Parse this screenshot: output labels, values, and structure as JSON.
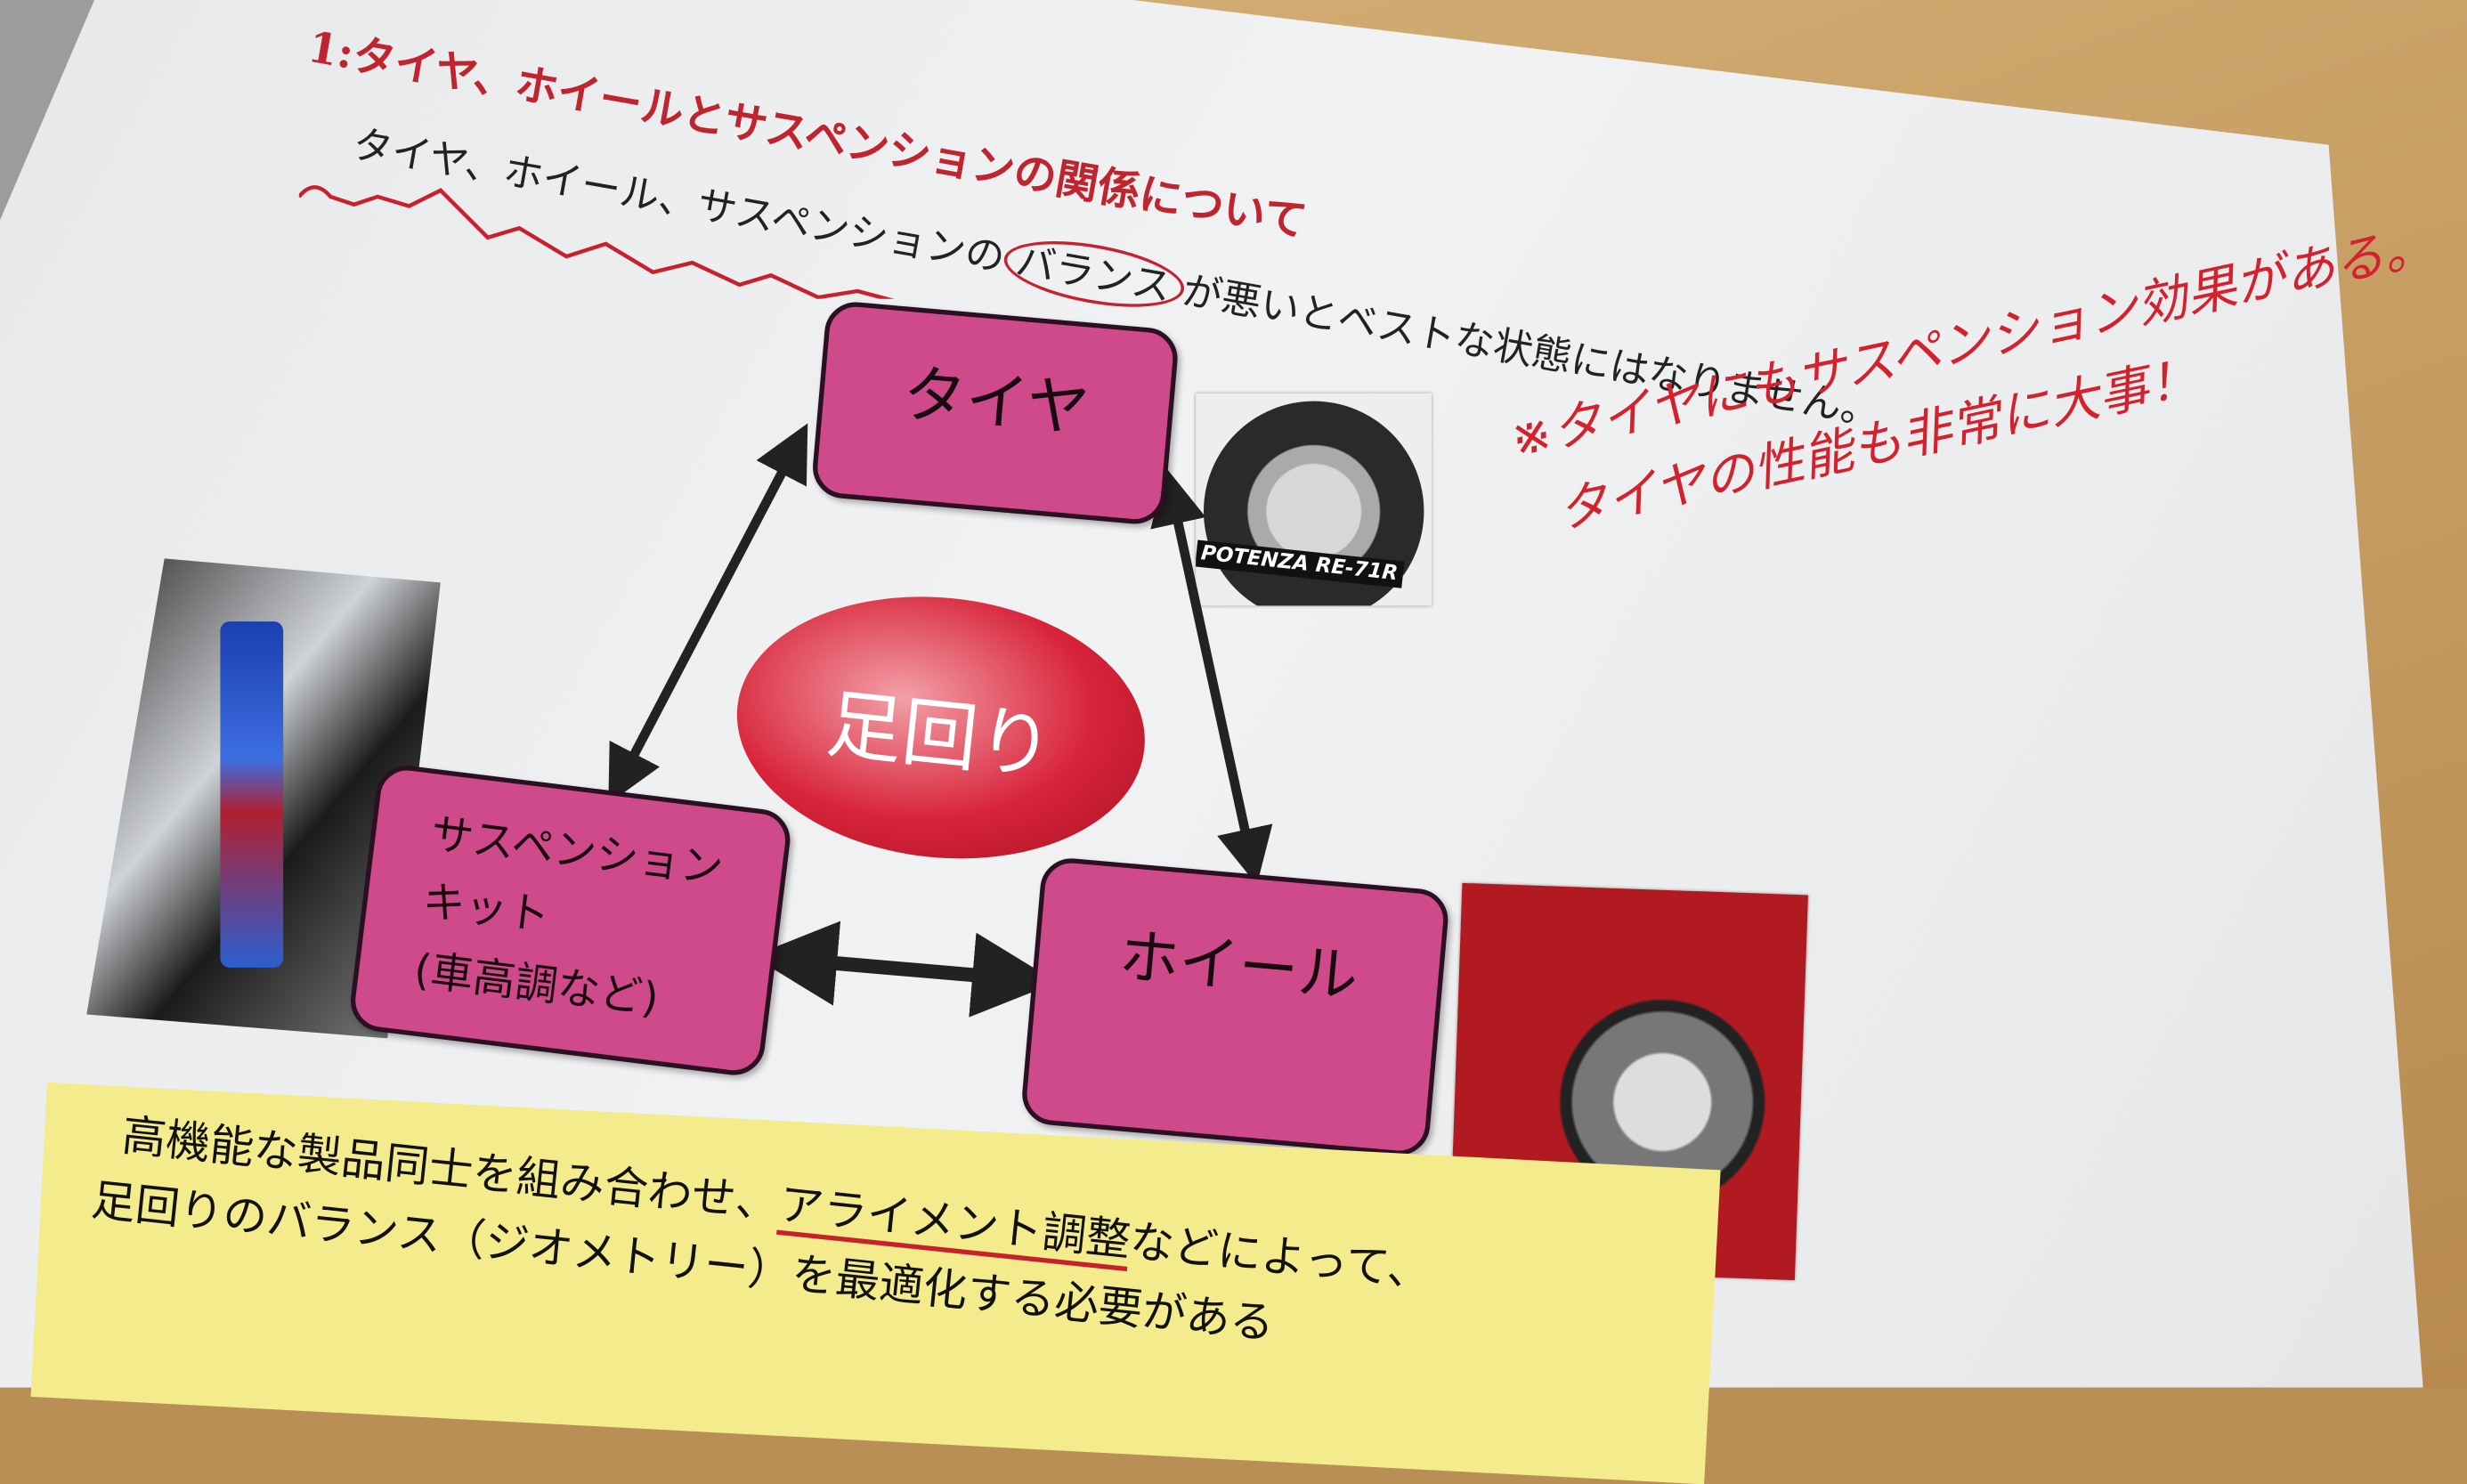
{
  "section_title": "1:タイヤ、ホイールとサスペンションの関係について",
  "intro": {
    "before": "タイヤ、ホイール、サスペンションの",
    "circled": "バランス",
    "after": "が悪いとベストな状態にはなりません。"
  },
  "diagram": {
    "center": "足回り",
    "tire": "タイヤ",
    "wheel": "ホイール",
    "suspension_line1": "サスペンション",
    "suspension_line2": "キット",
    "suspension_line3": "(車高調など)",
    "tire_photo_label": "POTENZA RE-71R"
  },
  "summary": {
    "line1_before": "高機能な製品同士を組み合わせ、",
    "line1_underlined": "アライメント調整",
    "line1_after": "などによって、",
    "line2": "足回りのバランス（ジオメトリー）を最適化する必要がある"
  },
  "handwritten_note": {
    "line1": "※タイヤにもサスペンション効果がある。",
    "line2": "タイヤの性能も非常に大事！"
  },
  "colors": {
    "accent_red": "#c0242f",
    "box_pink": "#cf4a8a",
    "highlight": "#f4ec8c"
  }
}
